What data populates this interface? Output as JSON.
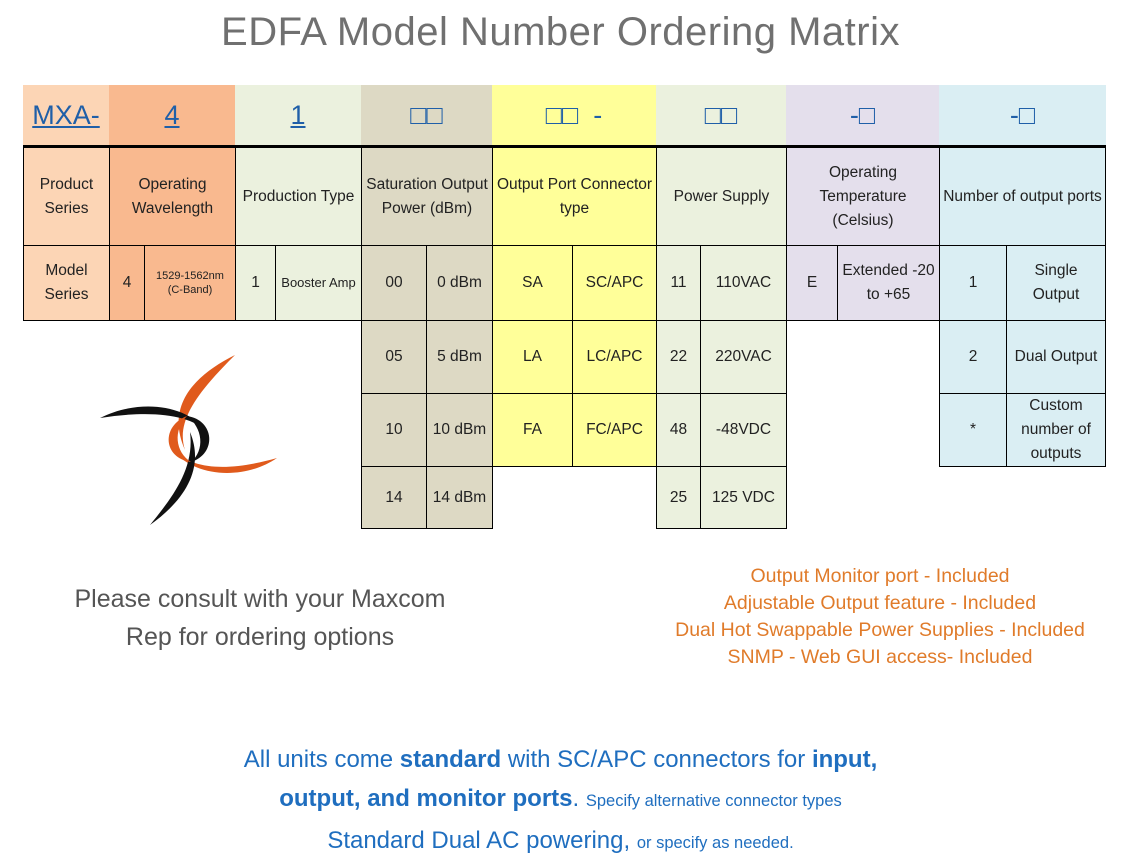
{
  "title": "EDFA Model Number Ordering Matrix",
  "code_row": [
    "MXA-",
    "4",
    "1",
    "□□",
    "□□  -",
    "□□",
    "-□",
    "-□"
  ],
  "headers": {
    "product_series": "Product Series",
    "operating_wavelength": "Operating Wavelength",
    "production_type": "Production Type",
    "saturation_power": "Saturation Output Power (dBm)",
    "connector_type": "Output Port Connector type",
    "power_supply": "Power Supply",
    "operating_temperature": "Operating Temperature (Celsius)",
    "output_ports": "Number of output ports"
  },
  "model_series": "Model Series",
  "wavelength": {
    "code": "4",
    "value": "1529-1562nm (C-Band)"
  },
  "production": {
    "code": "1",
    "value": "Booster Amp"
  },
  "saturation": [
    {
      "code": "00",
      "value": "0 dBm"
    },
    {
      "code": "05",
      "value": "5 dBm"
    },
    {
      "code": "10",
      "value": "10 dBm"
    },
    {
      "code": "14",
      "value": "14 dBm"
    }
  ],
  "connectors": [
    {
      "code": "SA",
      "value": "SC/APC"
    },
    {
      "code": "LA",
      "value": "LC/APC"
    },
    {
      "code": "FA",
      "value": "FC/APC"
    }
  ],
  "power": [
    {
      "code": "11",
      "value": "110VAC"
    },
    {
      "code": "22",
      "value": "220VAC"
    },
    {
      "code": "48",
      "value": "-48VDC"
    },
    {
      "code": "25",
      "value": "125 VDC"
    }
  ],
  "temperature": {
    "code": "E",
    "value": "Extended -20 to +65"
  },
  "ports": [
    {
      "code": "1",
      "value": "Single Output"
    },
    {
      "code": "2",
      "value": "Dual Output"
    },
    {
      "code": "*",
      "value": "Custom number of outputs"
    }
  ],
  "consult": [
    "Please consult with your Maxcom",
    "Rep for ordering options"
  ],
  "features": [
    "Output Monitor port - Included",
    "Adjustable Output feature - Included",
    "Dual Hot Swappable Power Supplies - Included",
    "SNMP - Web GUI access- Included"
  ],
  "footer": {
    "l1a": "All units come ",
    "l1b": "standard",
    "l1c": " with SC/APC connectors for ",
    "l1d": "input,",
    "l2a": "output, and monitor ports",
    "l2b": ". ",
    "l2c": "Specify alternative connector types",
    "l3a": "Standard Dual AC powering, ",
    "l3b": "or specify as needed."
  },
  "colors": {
    "peach": "#fcd5b5",
    "orange": "#f9b98f",
    "mint": "#ebf1de",
    "tan": "#ddd9c4",
    "yellow": "#ffff99",
    "lavender": "#e4dfec",
    "blue": "#daeef3",
    "logo_orange": "#e05a1c",
    "logo_black": "#111111"
  }
}
